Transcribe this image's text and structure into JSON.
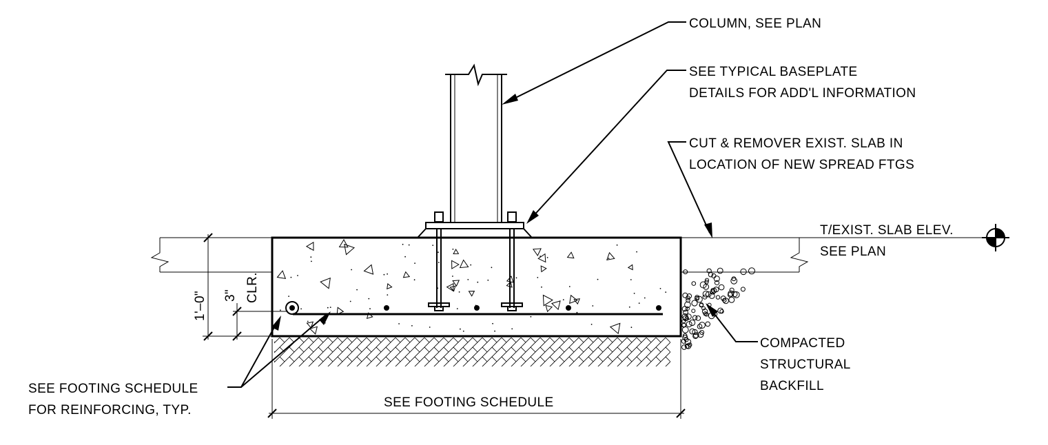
{
  "labels": {
    "column": "COLUMN, SEE PLAN",
    "baseplate_line1": "SEE TYPICAL BASEPLATE",
    "baseplate_line2": "DETAILS FOR ADD'L INFORMATION",
    "cut_line1": "CUT & REMOVER EXIST. SLAB IN",
    "cut_line2": "LOCATION OF NEW SPREAD FTGS",
    "elev_line1": "T/EXIST. SLAB ELEV.",
    "elev_line2": "SEE PLAN",
    "backfill_line1": "COMPACTED",
    "backfill_line2": "STRUCTURAL",
    "backfill_line3": "BACKFILL",
    "reinf_line1": "SEE FOOTING SCHEDULE",
    "reinf_line2": "FOR REINFORCING, TYP.",
    "width": "SEE FOOTING SCHEDULE",
    "depth_dim": "1'–0\"",
    "clear_dim": "3\"",
    "clear_abbrev": "CLR."
  }
}
